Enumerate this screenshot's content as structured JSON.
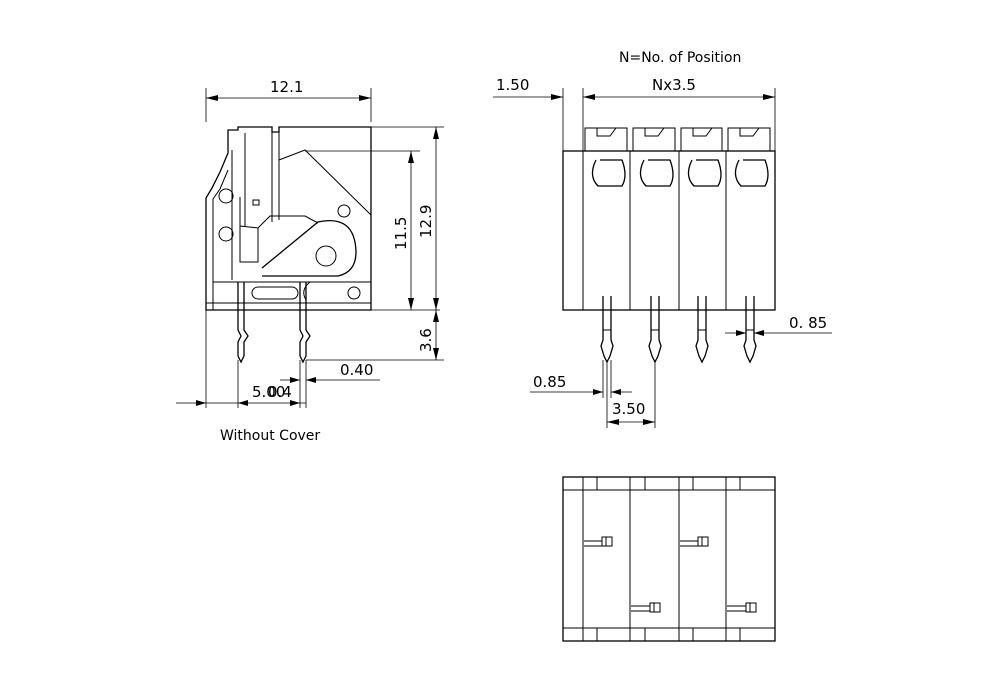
{
  "note": "N=No. of Position",
  "side_view": {
    "caption": "Without  Cover",
    "width": "12.1",
    "body_height": "11.5",
    "total_height": "12.9",
    "pin_length": "3.6",
    "pitch_offset": "5.00",
    "pin_dim": "0.4",
    "pin_thickness": "0.40"
  },
  "front_view": {
    "edge_offset": "1.50",
    "total_width": "Nx3.5",
    "pin_width_right": "0. 85",
    "pin_width_left": "0.85",
    "pitch": "3.50"
  }
}
